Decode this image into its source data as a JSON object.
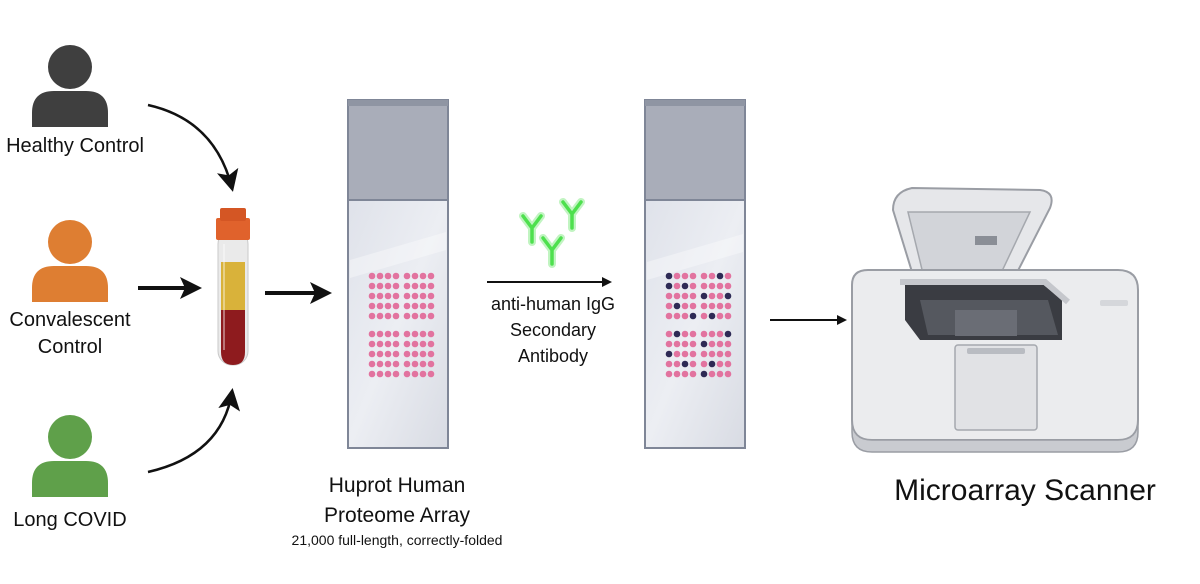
{
  "groups": [
    {
      "label": "Healthy Control",
      "color": "#3f3f3f"
    },
    {
      "label": "Convalescent\nControl",
      "color": "#de7e32"
    },
    {
      "label": "Long COVID",
      "color": "#5fa04a"
    }
  ],
  "array": {
    "title_line1": "Huprot Human",
    "title_line2": "Proteome Array",
    "subtitle": "21,000 full-length, correctly-folded"
  },
  "secondary_antibody": {
    "line1": "anti-human IgG",
    "line2": "Secondary",
    "line3": "Antibody",
    "color": "#4ee04e"
  },
  "scanner": {
    "label": "Microarray Scanner"
  },
  "colors": {
    "spot_pink": "#e2739f",
    "spot_dark": "#2e2a55",
    "slide_cap": "#a9adb9",
    "slide_body": "#e3e6ec",
    "tube_cap": "#e0622c",
    "plasma": "#d9b23a",
    "blood": "#8e1b1e"
  }
}
